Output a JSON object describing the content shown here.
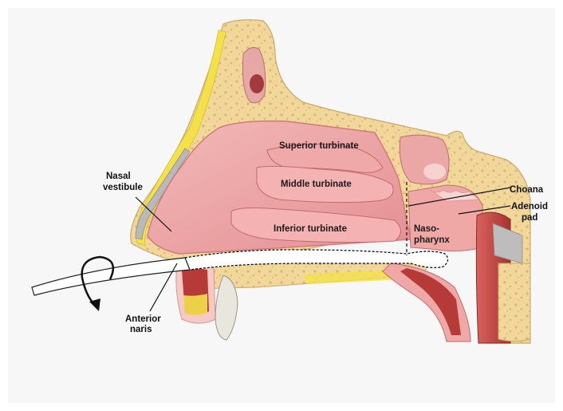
{
  "labels": {
    "superior_turbinate": "Superior turbinate",
    "middle_turbinate": "Middle turbinate",
    "inferior_turbinate": "Inferior turbinate",
    "nasal_vestibule_1": "Nasal",
    "nasal_vestibule_2": "vestibule",
    "choana": "Choana",
    "adenoid_pad_1": "Adenoid",
    "adenoid_pad_2": "pad",
    "nasopharynx_1": "Naso-",
    "nasopharynx_2": "pharynx",
    "anterior_naris_1": "Anterior",
    "anterior_naris_2": "naris"
  },
  "colors": {
    "bone": "#f1d79a",
    "bone_spots": "#d8b874",
    "cavity": "#e99a9c",
    "cavity_light": "#f3b9b8",
    "mucosa_edge": "#f6c9c5",
    "muscle": "#c2403e",
    "cartilage": "#b9b9b9",
    "fat": "#f4e14a",
    "tube": "#ffffff",
    "background": "#f7f7f7"
  }
}
